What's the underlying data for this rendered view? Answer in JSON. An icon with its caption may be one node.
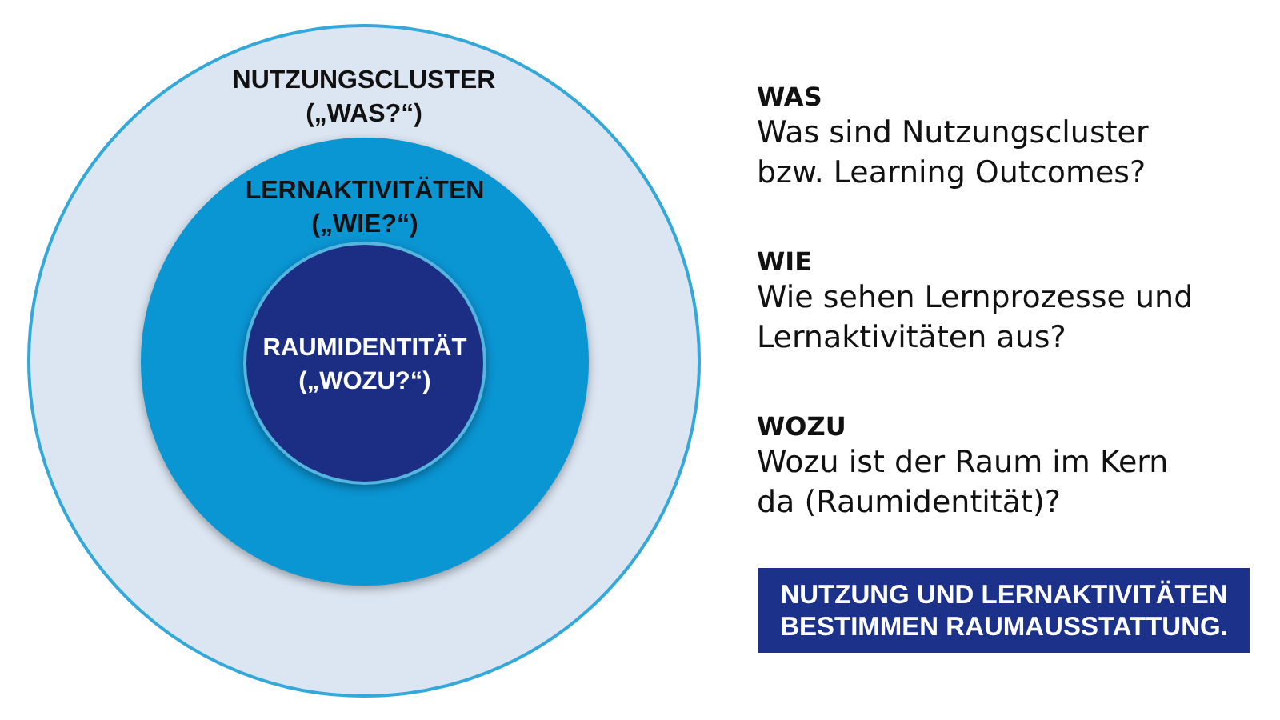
{
  "diagram": {
    "nodes": [
      {
        "text": [
          "NUTZUNGSCLUSTER („WAS?“)"
        ]
      },
      {
        "text": [
          "LERNAKTIVITÄTEN („WIE?“)"
        ],
        "in": 0
      },
      {
        "text": [
          "RAUMIDENTITÄT („WOZU?“)"
        ],
        "in": 1
      },
      {
        "text": [
          "NUTZUNG UND LERNAKTIVITÄTEN BESTIMMEN RAUMAUSSTATTUNG."
        ]
      }
    ],
    "labels": [
      "WAS",
      "Was sind Nutzungscluster bzw. Learning Outcomes?",
      "WIE",
      "Wie sehen Lernprozesse und Lernaktivitäten aus?",
      "WOZU",
      "Wozu ist der Raum im Kern da (Raumidentität)?"
    ]
  }
}
